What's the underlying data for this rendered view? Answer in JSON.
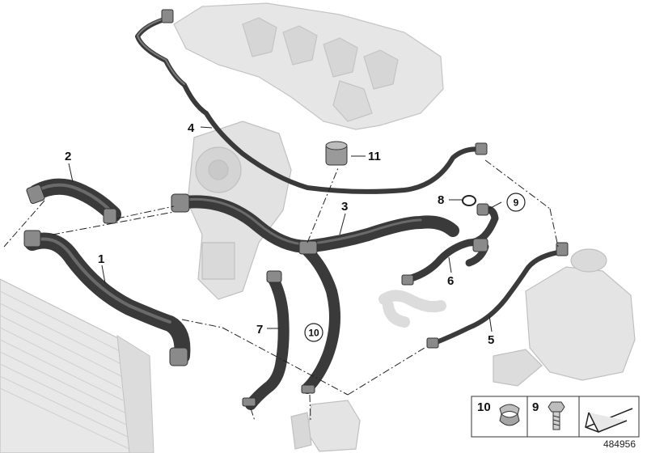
{
  "diagram": {
    "document_id": "484956",
    "callouts": {
      "p1": "1",
      "p2": "2",
      "p3": "3",
      "p4": "4",
      "p5": "5",
      "p6": "6",
      "p7": "7",
      "p8": "8",
      "p9": "9",
      "p10": "10",
      "p11": "11"
    },
    "legend": {
      "item_10": "10",
      "item_9": "9"
    },
    "colors": {
      "hose": "#3a3a3a",
      "hose_highlight": "#6a6a6a",
      "ghost_part": "#d8d8d8",
      "ghost_edge": "#b8b8b8",
      "leader": "#222222"
    }
  }
}
